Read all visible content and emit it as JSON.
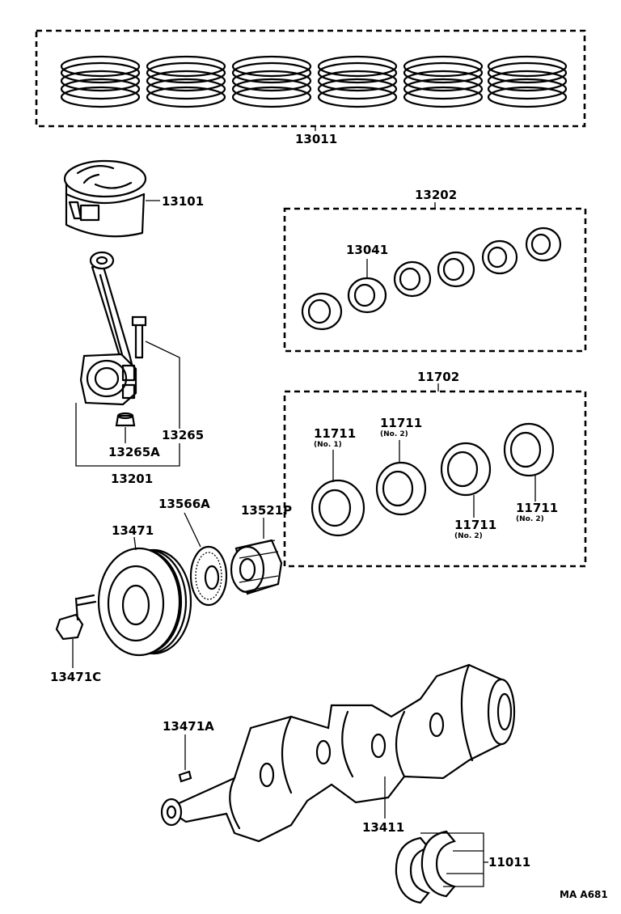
{
  "labels": {
    "ring_set": "13011",
    "piston": "13101",
    "rod_bearing_set": "13202",
    "rod_bearing": "13041",
    "main_bearing_set": "11702",
    "main_bearing_no1": "11711",
    "main_bearing_no1_note": "(No. 1)",
    "main_bearing_no2_a": "11711",
    "main_bearing_no2_a_note": "(No. 2)",
    "main_bearing_no2_b": "11711",
    "main_bearing_no2_b_note": "(No. 2)",
    "main_bearing_no2_c": "11711",
    "main_bearing_no2_c_note": "(No. 2)",
    "rod_bolt": "13265",
    "rod_nut": "13265A",
    "connecting_rod": "13201",
    "washer": "13566A",
    "crank_gear": "13521P",
    "pulley": "13471",
    "pulley_bolt": "13471C",
    "key": "13471A",
    "crankshaft": "13411",
    "thrust_washer": "11011",
    "figure_code": "MA A681"
  }
}
